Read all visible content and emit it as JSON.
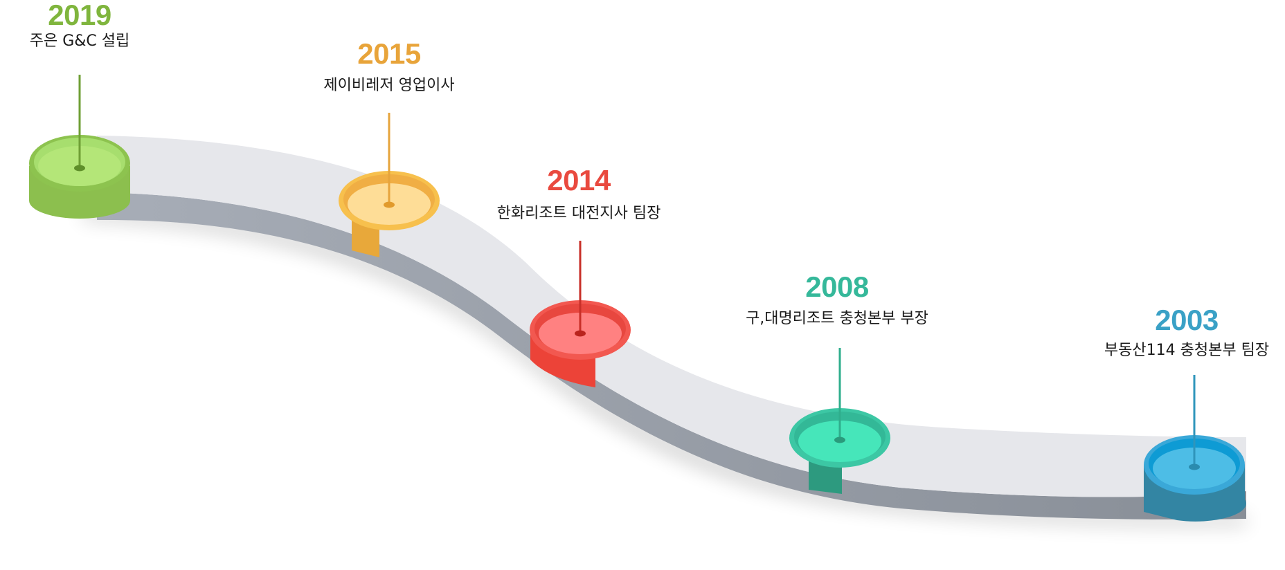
{
  "milestones": [
    {
      "year": "2019",
      "desc": "주은 G&C 설립"
    },
    {
      "year": "2015",
      "desc": "제이비레저 영업이사"
    },
    {
      "year": "2014",
      "desc": "한화리조트 대전지사 팀장"
    },
    {
      "year": "2008",
      "desc": "구,대명리조트 충청본부 부장"
    },
    {
      "year": "2003",
      "desc": "부동산114 충청본부 팀장"
    }
  ],
  "colors": {
    "road_top": "#e6e7eb",
    "road_side": "#9ba1ab",
    "green": "#8dc34f",
    "yellow": "#f5b943",
    "red": "#ef4b40",
    "teal": "#36c7a5",
    "blue": "#35a9d6"
  }
}
